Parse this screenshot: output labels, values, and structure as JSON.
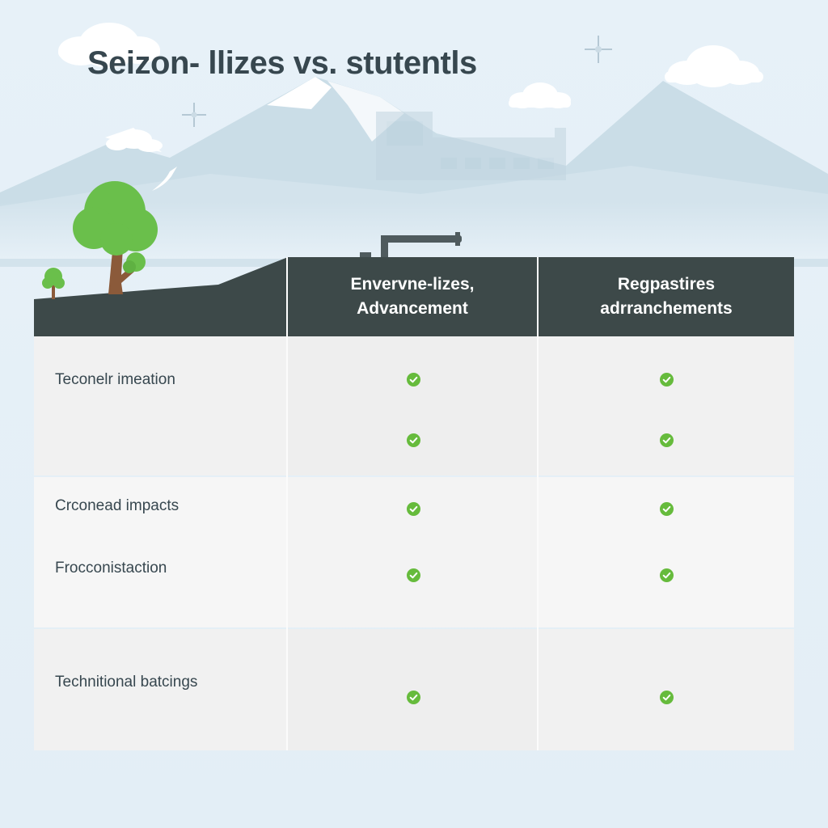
{
  "title": "Seizon- llizes vs. stutentls",
  "colors": {
    "background": "#e6f0f7",
    "mountain": "#c9dce6",
    "header": "#3d4949",
    "check": "#66bb3c",
    "tree": "#6abf4b",
    "trunk": "#8b5a3a"
  },
  "table": {
    "columns": [
      "Envervne-lizes,\nAdvancement",
      "Regpastires\nadrranchements"
    ],
    "rows": [
      {
        "label": "Teconelr imeation",
        "checks": [
          true,
          true
        ]
      },
      {
        "label": "",
        "checks": [
          true,
          true
        ]
      },
      {
        "label": "Crconead impacts",
        "checks": [
          true,
          true
        ]
      },
      {
        "label": "Frocconistaction",
        "checks": [
          true,
          true
        ]
      },
      {
        "label": "Technitional batcings",
        "checks": [
          true,
          true
        ]
      }
    ]
  },
  "icons": [
    "check-icon",
    "tree-icon",
    "cloud-icon",
    "sparkle-icon",
    "bird-icon",
    "pipe-icon",
    "factory-icon"
  ]
}
